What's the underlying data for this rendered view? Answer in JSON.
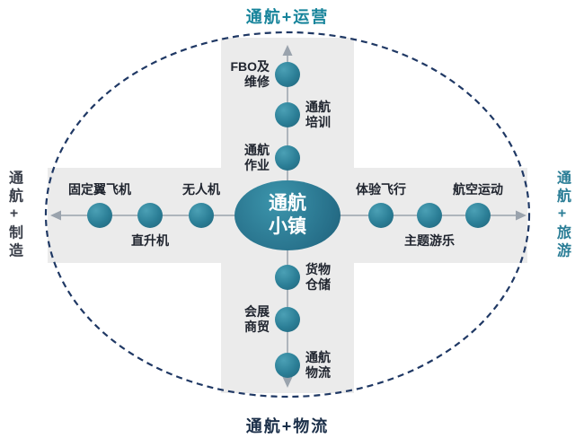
{
  "center": {
    "label": "通航\n小镇"
  },
  "axis_titles": {
    "top": {
      "label": "通航+运营",
      "color": "#17849b"
    },
    "bottom": {
      "label": "通航+物流",
      "color": "#1b2f49"
    },
    "left": {
      "label": "通航+制造",
      "color": "#3a3f4a"
    },
    "right": {
      "label": "通航+旅游",
      "color": "#2a7d96"
    }
  },
  "branches": {
    "top": [
      {
        "label": "通航\n作业"
      },
      {
        "label": "通航\n培训"
      },
      {
        "label": "FBO及\n维修"
      }
    ],
    "bottom": [
      {
        "label": "货物\n仓储"
      },
      {
        "label": "会展\n商贸"
      },
      {
        "label": "通航\n物流"
      }
    ],
    "left": [
      {
        "label": "无人机"
      },
      {
        "label": "直升机"
      },
      {
        "label": "固定翼飞机"
      }
    ],
    "right": [
      {
        "label": "体验飞行"
      },
      {
        "label": "主题游乐"
      },
      {
        "label": "航空运动"
      }
    ]
  },
  "colors": {
    "node_fill": "#2b7e96",
    "center_fill": "#27708a",
    "dashed_ellipse_stroke": "#1f3864",
    "cross_background": "#ebebeb",
    "arrow": "#9aa3ad"
  }
}
